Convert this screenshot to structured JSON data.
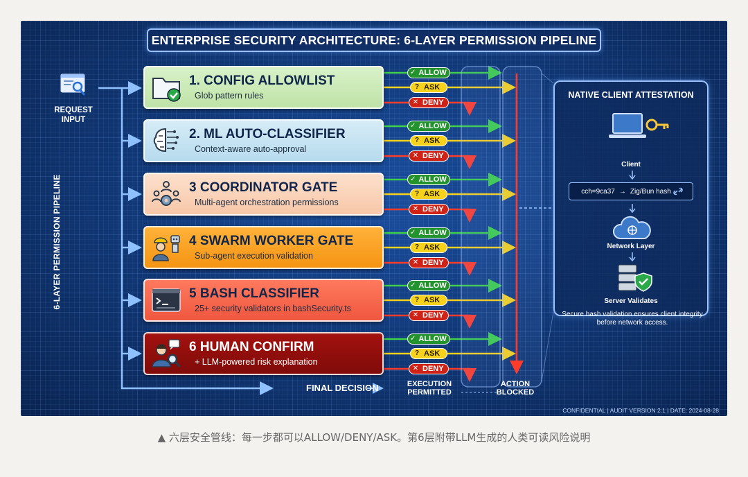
{
  "title": "ENTERPRISE SECURITY ARCHITECTURE: 6-LAYER PERMISSION PIPELINE",
  "request_input": {
    "line1": "REQUEST",
    "line2": "INPUT"
  },
  "pipeline_label": "6-LAYER PERMISSION PIPELINE",
  "layers": [
    {
      "title": "1. CONFIG ALLOWLIST",
      "subtitle": "Glob pattern rules",
      "icon": "folder-check-icon"
    },
    {
      "title": "2. ML AUTO-CLASSIFIER",
      "subtitle": "Context-aware auto-approval",
      "icon": "brain-circuit-icon"
    },
    {
      "title": "3 COORDINATOR GATE",
      "subtitle": "Multi-agent orchestration permissions",
      "icon": "team-gear-icon"
    },
    {
      "title": "4 SWARM WORKER GATE",
      "subtitle": "Sub-agent execution validation",
      "icon": "worker-robot-icon"
    },
    {
      "title": "5 BASH CLASSIFIER",
      "subtitle": "25+ security validators in bashSecurity.ts",
      "icon": "terminal-icon"
    },
    {
      "title": "6 HUMAN CONFIRM",
      "subtitle": "+ LLM-powered risk explanation",
      "icon": "person-search-icon"
    }
  ],
  "outcomes": {
    "allow": "ALLOW",
    "ask": "ASK",
    "deny": "DENY"
  },
  "final_decision": "FINAL DECISION",
  "execution_permitted": {
    "line1": "EXECUTION",
    "line2": "PERMITTED"
  },
  "action_blocked": {
    "line1": "ACTION",
    "line2": "BLOCKED"
  },
  "attestation": {
    "title": "NATIVE CLIENT ATTESTATION",
    "client": "Client",
    "hash_left": "cch=9ca37",
    "hash_arrow": "→",
    "hash_right": "Zig/Bun hash",
    "network": "Network Layer",
    "server": "Server Validates",
    "note": "Secure hash validation ensures client integrity before network access."
  },
  "footer": "CONFIDENTIAL | AUDIT VERSION 2.1 | DATE: 2024-08-28",
  "caption": "▲ 六层安全管线：每一步都可以ALLOW/DENY/ASK。第6层附带LLM生成的人类可读风险说明",
  "colors": {
    "allow": "#23932d",
    "ask": "#f7d21c",
    "deny": "#cf2317",
    "wire": "#7fb0ff"
  }
}
